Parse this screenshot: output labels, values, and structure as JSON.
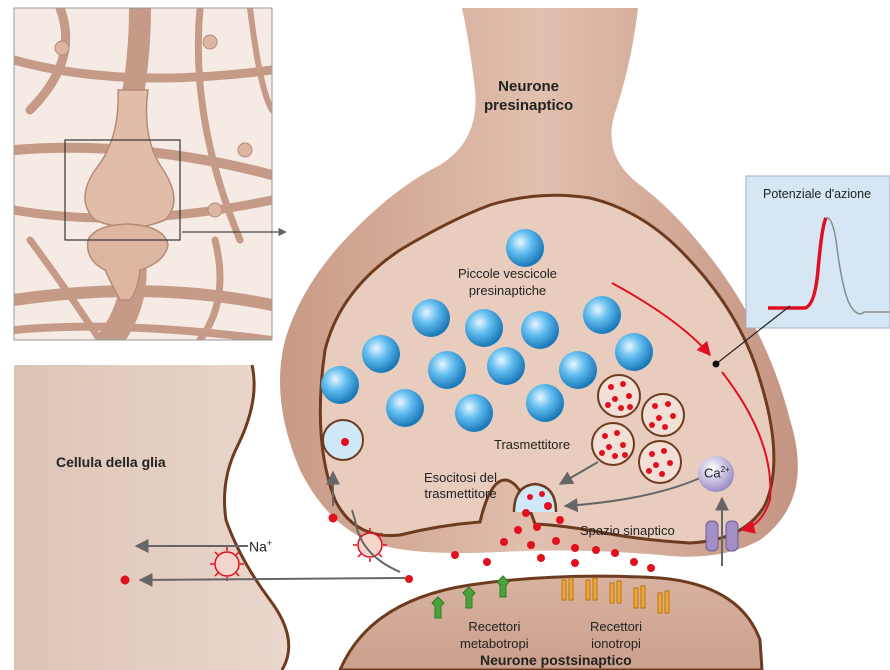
{
  "labels": {
    "presynaptic_neuron": "Neurone\npresinaptico",
    "action_potential": "Potenziale d'azione",
    "small_vesicles": "Piccole vescicole\npresinaptiche",
    "transmitter": "Trasmettitore",
    "exocytosis": "Esocitosi del\ntrasmettitore",
    "calcium": "Ca",
    "calcium_charge": "2+",
    "synaptic_cleft": "Spazio sinaptico",
    "glia_cell": "Cellula della glia",
    "sodium": "Na",
    "sodium_charge": "+",
    "metabotropic_receptors": "Recettori\nmetabotropi",
    "ionotropic_receptors": "Recettori\nionotropi",
    "postsynaptic_neuron": "Neurone postsinaptico"
  },
  "colors": {
    "membrane": "#6e3b1e",
    "cytoplasm": "#e6cbbd",
    "neuron_body": "#d9b2a0",
    "vesicle": "#3aa0dc",
    "transmitter_dot": "#e0101e",
    "action_potential_curve": "#e01020",
    "inset_background": "#d6e6f4",
    "calcium_ion": "#b6a8d8",
    "channel": "#a48ec6",
    "metabotropic_receptor": "#4aa23c",
    "ionotropic_receptor": "#f0a830",
    "arrow": "#666666"
  }
}
